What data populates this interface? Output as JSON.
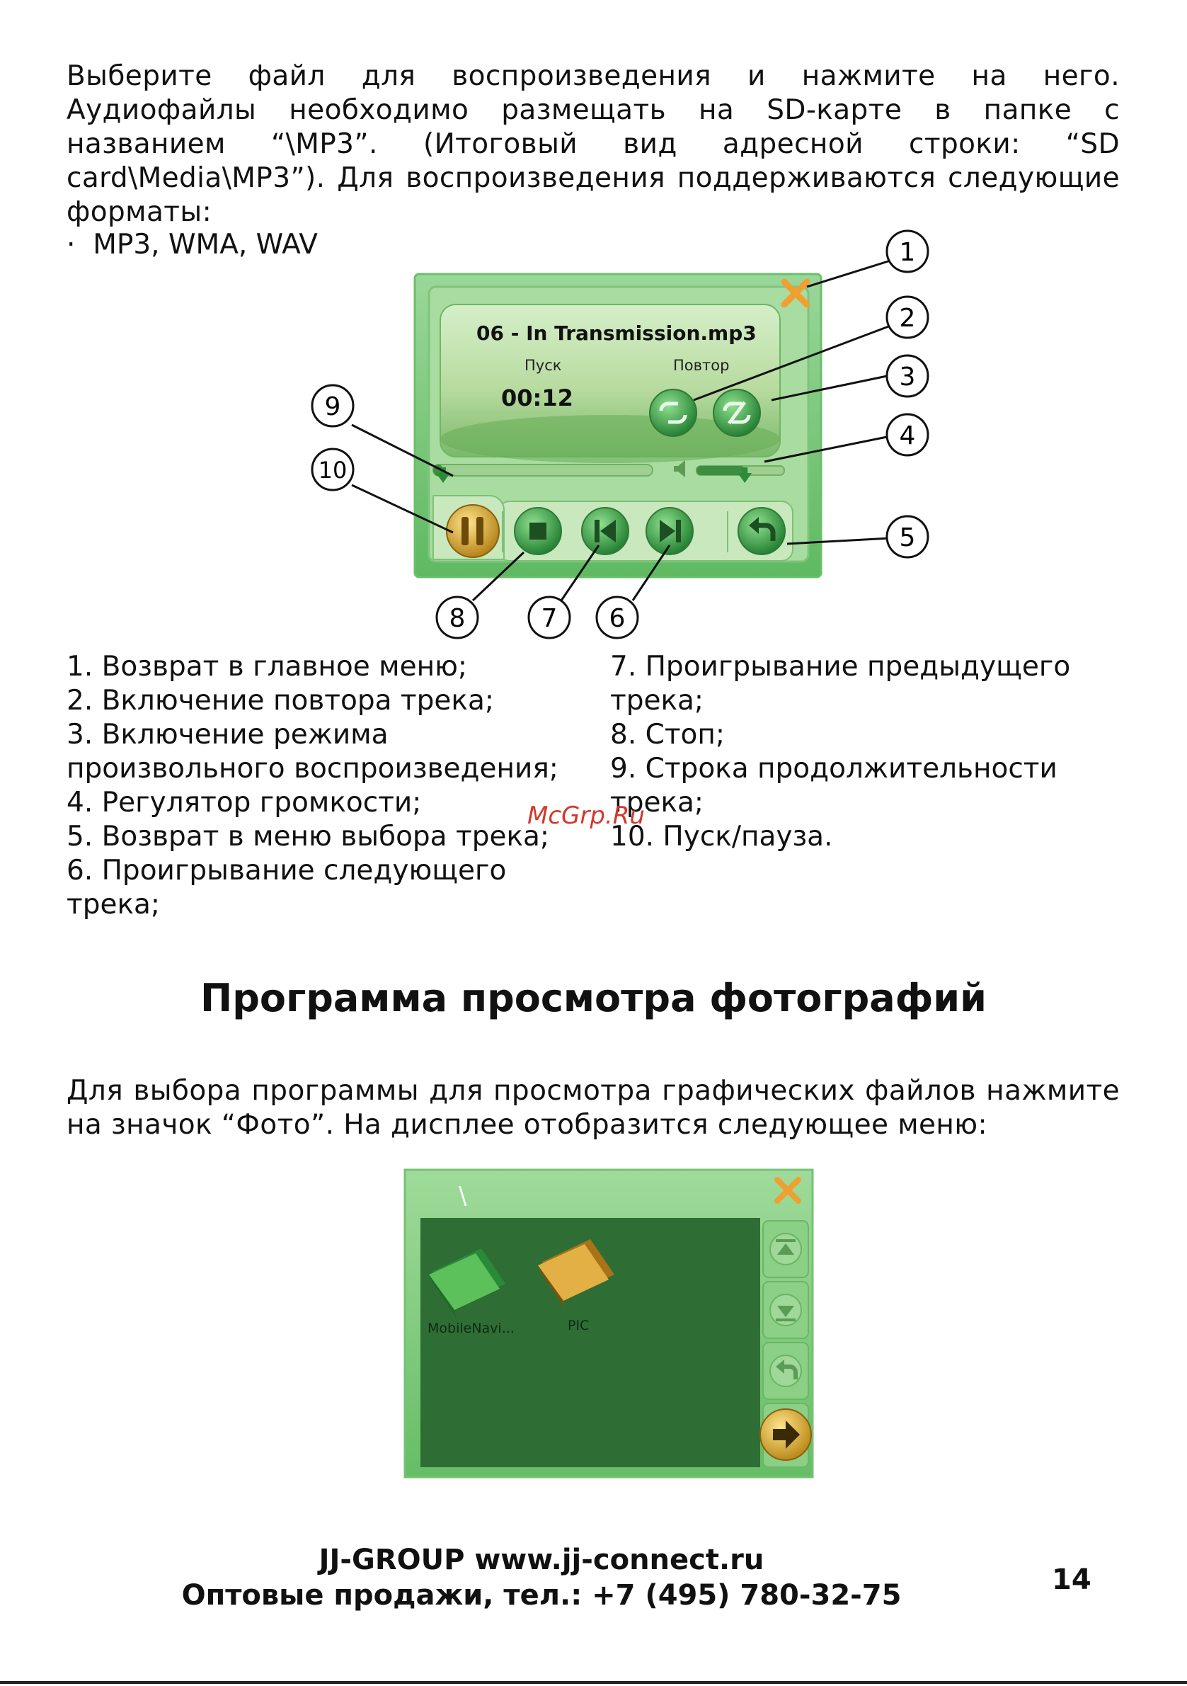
{
  "intro_paragraph": "Выберите файл для воспроизведения и нажмите на него. Аудиофайлы необходимо размещать на SD-карте в папке с названием “\\MP3”. (Итоговый вид адресной строки: “SD card\\Media\\MP3”). Для воспроизведения поддерживаются следующие форматы:",
  "bullet": "MP3, WMA, WAV",
  "player": {
    "track_title": "06 - In Transmission.mp3",
    "play_label": "Пуск",
    "repeat_label": "Повтор",
    "time": "00:12",
    "progress": 0.04,
    "volume": 0.55,
    "callouts": [
      "1",
      "2",
      "3",
      "4",
      "5",
      "6",
      "7",
      "8",
      "9",
      "10"
    ]
  },
  "legend_left": [
    "1. Возврат в главное меню;",
    "2. Включение повтора трека;",
    "3. Включение режима",
    "произвольного воспроизведения;",
    "4. Регулятор громкости;",
    "5. Возврат в меню выбора трека;",
    "6. Проигрывание следующего",
    "трека;"
  ],
  "legend_right": [
    "7. Проигрывание предыдущего",
    "трека;",
    "8. Стоп;",
    "9. Строка продолжительности",
    "трека;",
    "10. Пуск/пауза."
  ],
  "watermark": "McGrp.Ru",
  "heading": "Программа просмотра фотографий",
  "photo_paragraph": "Для выбора программы для просмотра графических файлов нажмите на значок “Фото”. На дисплее отобразится следующее меню:",
  "photo_menu": {
    "path": "\\",
    "folders": [
      {
        "name": "MobileNavi...",
        "color": "#3fa34a"
      },
      {
        "name": "PIC",
        "color": "#d9a43a"
      }
    ]
  },
  "footer": {
    "line1": "JJ-GROUP www.jj-connect.ru",
    "line2": "Оптовые продажи, тел.: +7 (495) 780-32-75",
    "page_number": "14"
  },
  "colors": {
    "frame_green": "#5cb85c",
    "dark_green": "#2f6b38",
    "accent_yellow": "#e8c23a",
    "watermark_red": "#d4382c"
  }
}
